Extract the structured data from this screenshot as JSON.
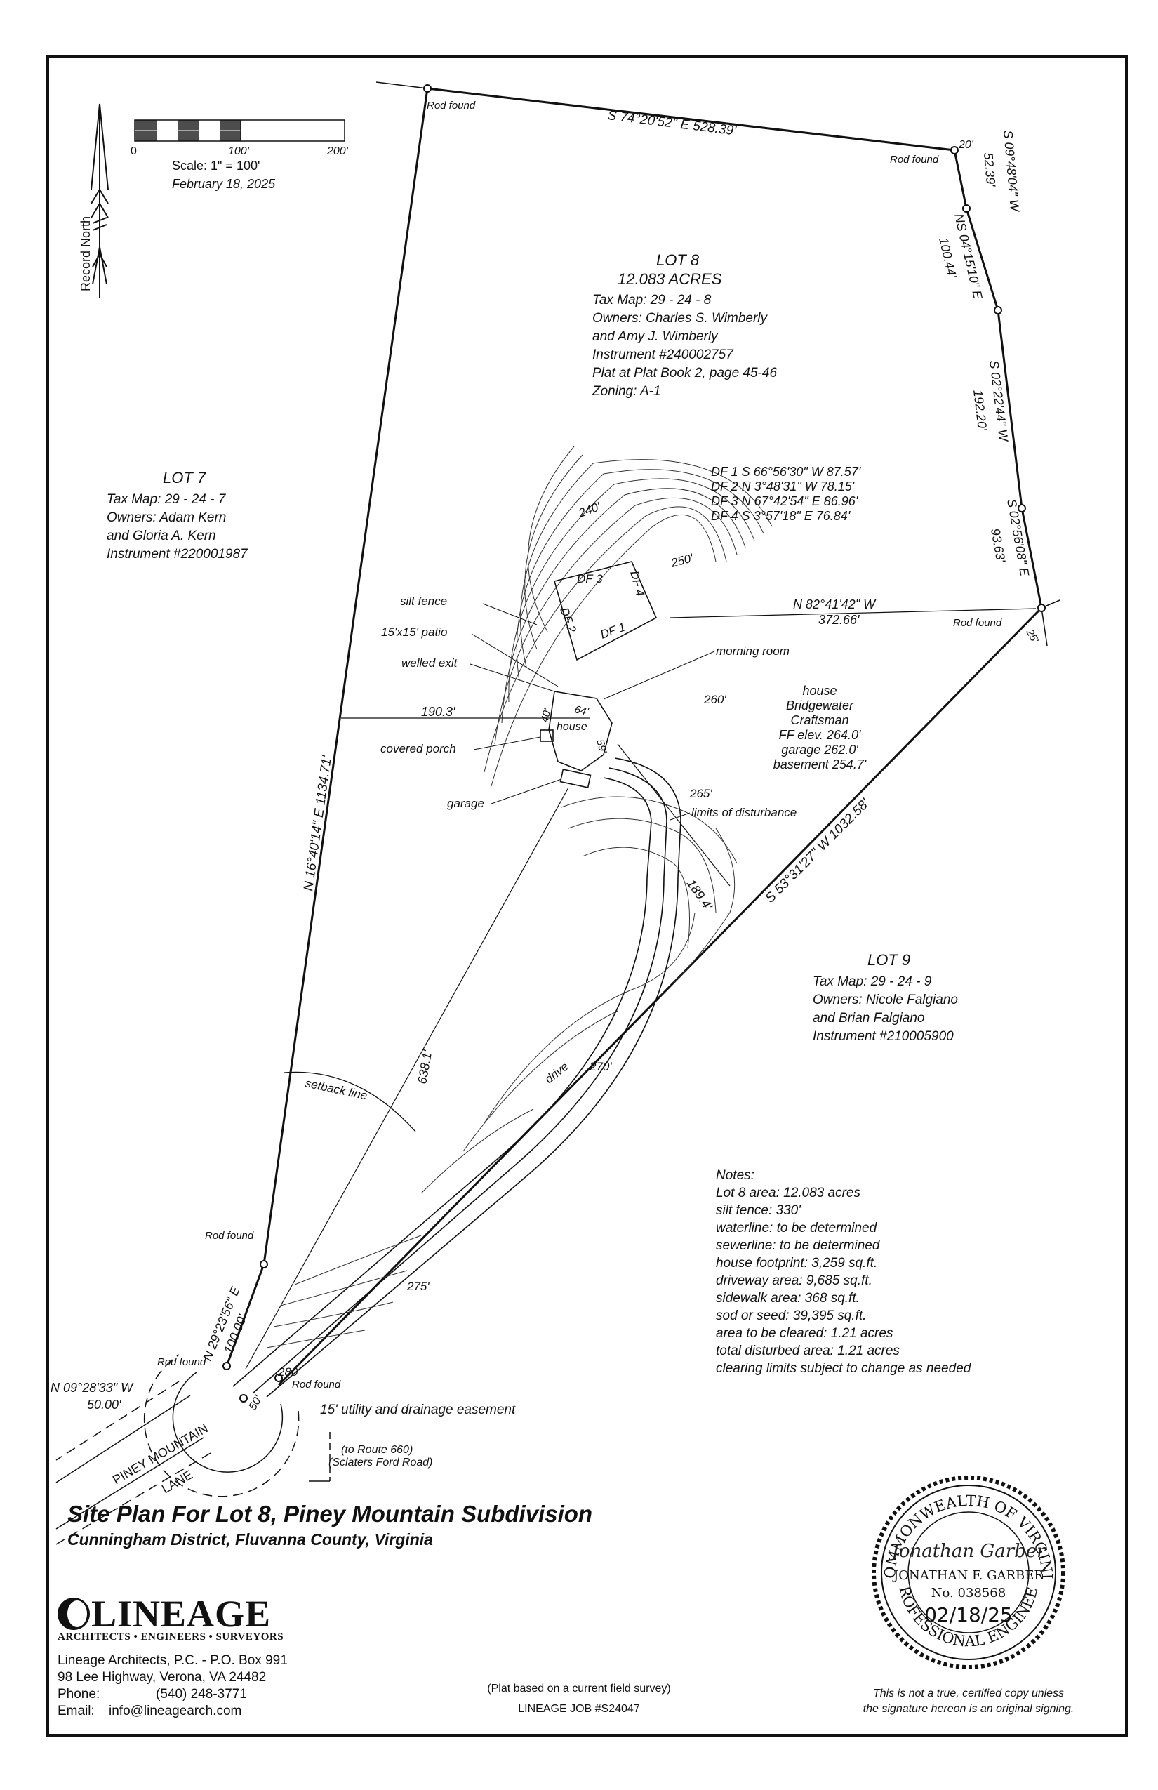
{
  "scale": {
    "ticks": [
      "0",
      "100'",
      "200'"
    ],
    "label": "Scale:  1\" = 100'",
    "date": "February 18, 2025"
  },
  "north_label": "Record North",
  "lot8": {
    "title": "LOT 8",
    "acres": "12.083 ACRES",
    "lines": [
      "Tax Map:  29 - 24 - 8",
      "Owners:  Charles S. Wimberly",
      "and Amy J. Wimberly",
      "Instrument #240002757",
      "Plat at Plat Book 2, page 45-46",
      "Zoning:  A-1"
    ]
  },
  "lot7": {
    "title": "LOT 7",
    "lines": [
      "Tax Map:  29 - 24 - 7",
      "Owners:  Adam Kern",
      "and Gloria A. Kern",
      "Instrument #220001987"
    ]
  },
  "lot9": {
    "title": "LOT 9",
    "lines": [
      "Tax Map:  29 - 24 - 9",
      "Owners:  Nicole Falgiano",
      "and Brian Falgiano",
      "Instrument #210005900"
    ]
  },
  "bearings": {
    "north_line": "S 74°20'52\" E  528.39'",
    "east_1": "S 09°48'04\" W",
    "east_1_dist": "52.39'",
    "east_2": "NS 04°15'10\" E",
    "east_2_dist": "100.44'",
    "east_3": "S 02°22'44\" W",
    "east_3_dist": "192.20'",
    "east_4": "S 02°56'08\" E",
    "east_4_dist": "93.63'",
    "southeast": "S 53°31'27\" W  1032.58'",
    "west": "N 16°40'14\" E  1134.71'",
    "southwest": "N 29°23'56\" E",
    "southwest_dist": "100.00'",
    "cul_de_sac": "N 09°28'33\" W",
    "cul_de_sac_dist": "50.00'",
    "tie_line": "N 82°41'42\" W",
    "tie_line_dist": "372.66'"
  },
  "rods": [
    "Rod found",
    "Rod found",
    "Rod found",
    "Rod found",
    "Rod found",
    "Rod found"
  ],
  "drainfields": [
    "DF 1   S 66°56'30\" W  87.57'",
    "DF 2   N 3°48'31\" W  78.15'",
    "DF 3   N 67°42'54\" E  86.96'",
    "DF 4   S 3°57'18\" E  76.84'"
  ],
  "df_labels": [
    "DF 1",
    "DF 2",
    "DF 3",
    "DF 4"
  ],
  "house_note": [
    "house",
    "Bridgewater",
    "Craftsman",
    "FF elev. 264.0'",
    "garage 262.0'",
    "basement 254.7'"
  ],
  "callouts": {
    "silt_fence": "silt fence",
    "patio": "15'x15' patio",
    "welled_exit": "welled exit",
    "covered_porch": "covered porch",
    "garage": "garage",
    "morning_room": "morning room",
    "limits": "limits of disturbance",
    "house": "house",
    "drive": "drive",
    "setback": "setback line",
    "easement": "15' utility and drainage easement",
    "route": "(to Route 660)",
    "route2": "(Sclaters Ford Road)",
    "road1": "PINEY MOUNTAIN",
    "road2": "LANE"
  },
  "dims": {
    "d190": "190.3'",
    "d638": "638.1'",
    "d189": "189.4'",
    "d40": "40'",
    "d64": "64'",
    "d59": "59'",
    "d20": "20'",
    "d25": "25'",
    "d50": "50'"
  },
  "contours": [
    "240'",
    "250'",
    "260'",
    "265'",
    "270'",
    "275'",
    "280'"
  ],
  "notes": {
    "title": "Notes:",
    "lines": [
      "Lot 8 area:  12.083 acres",
      "silt fence:  330'",
      "waterline:  to be determined",
      "sewerline:  to be determined",
      "house footprint:  3,259 sq.ft.",
      "driveway area:  9,685 sq.ft.",
      "sidewalk area:  368 sq.ft.",
      "sod or seed:  39,395 sq.ft.",
      "area to be cleared:  1.21 acres",
      "total disturbed area:  1.21 acres",
      "clearing limits subject to change as needed"
    ]
  },
  "title_block": {
    "title": "Site Plan For Lot 8, Piney Mountain Subdivision",
    "subtitle": "Cunningham District, Fluvanna County, Virginia"
  },
  "firm": {
    "logo": "LINEAGE",
    "tagline": "ARCHITECTS • ENGINEERS • SURVEYORS",
    "line1": "Lineage Architects, P.C. - P.O. Box 991",
    "line2": "98 Lee Highway, Verona, VA 24482",
    "phone_label": "Phone:",
    "phone": "(540) 248-3771",
    "email_label": "Email:",
    "email": "info@lineagearch.com"
  },
  "center_note": {
    "line1": "(Plat based on a current field survey)",
    "line2": "LINEAGE JOB #S24047"
  },
  "seal": {
    "ring_top": "COMMONWEALTH OF VIRGINIA",
    "ring_bottom": "PROFESSIONAL ENGINEER",
    "signature": "Jonathan Garber",
    "name": "JONATHAN F. GARBER",
    "number": "No. 038568",
    "date": "02/18/25"
  },
  "disclaimer": {
    "line1": "This is not a true, certified copy unless",
    "line2": "the signature hereon is an original signing."
  }
}
